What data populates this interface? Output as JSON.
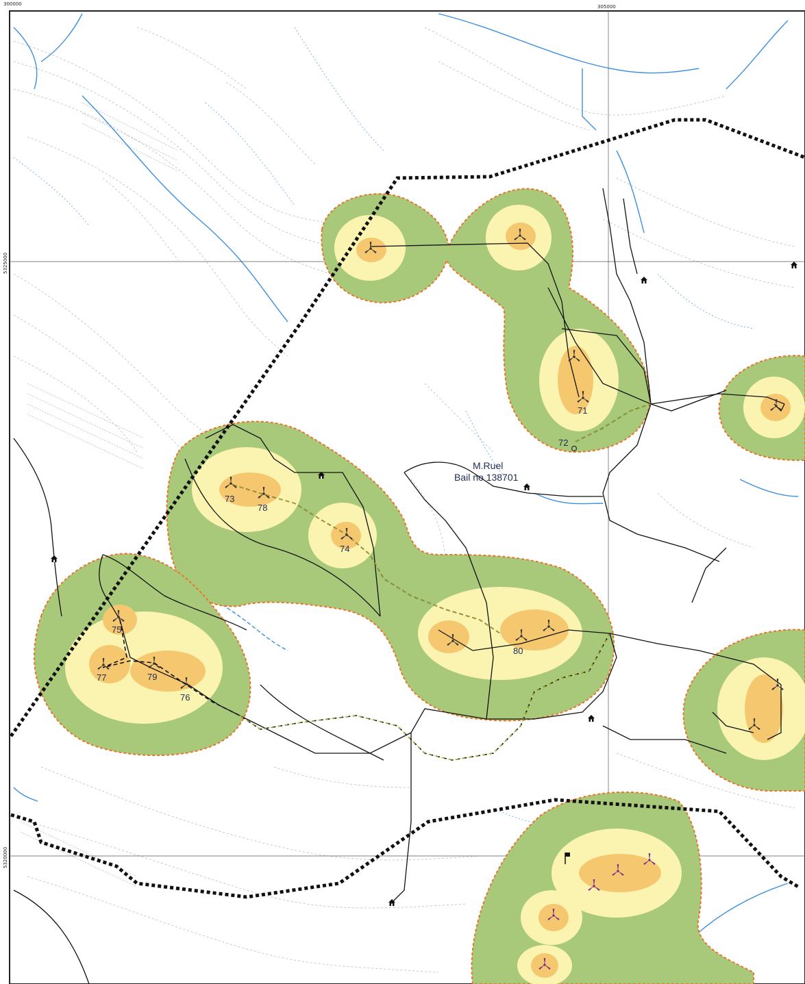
{
  "grid": {
    "x_labels": [
      "300000",
      "305000"
    ],
    "y_labels": [
      "5325000",
      "5320000"
    ]
  },
  "lease": {
    "owner": "M.Ruel",
    "bail": "Bail no 138701"
  },
  "turbines": [
    "71",
    "72",
    "73",
    "78",
    "74",
    "75",
    "77",
    "79",
    "76",
    "80"
  ],
  "colors": {
    "zone_outer": "#a8c97a",
    "zone_mid": "#fbf3b0",
    "zone_inner": "#f5c870",
    "zone_border": "#e8742a",
    "boundary": "#111111",
    "road": "#111111",
    "planned_road": "#d8d83a",
    "stream": "#3d8fe0",
    "contour": "#9aa6b0",
    "other_project_turbine": "#7b2d8e"
  },
  "icons": [
    "wind-turbine-icon",
    "house-icon",
    "flag-icon"
  ]
}
